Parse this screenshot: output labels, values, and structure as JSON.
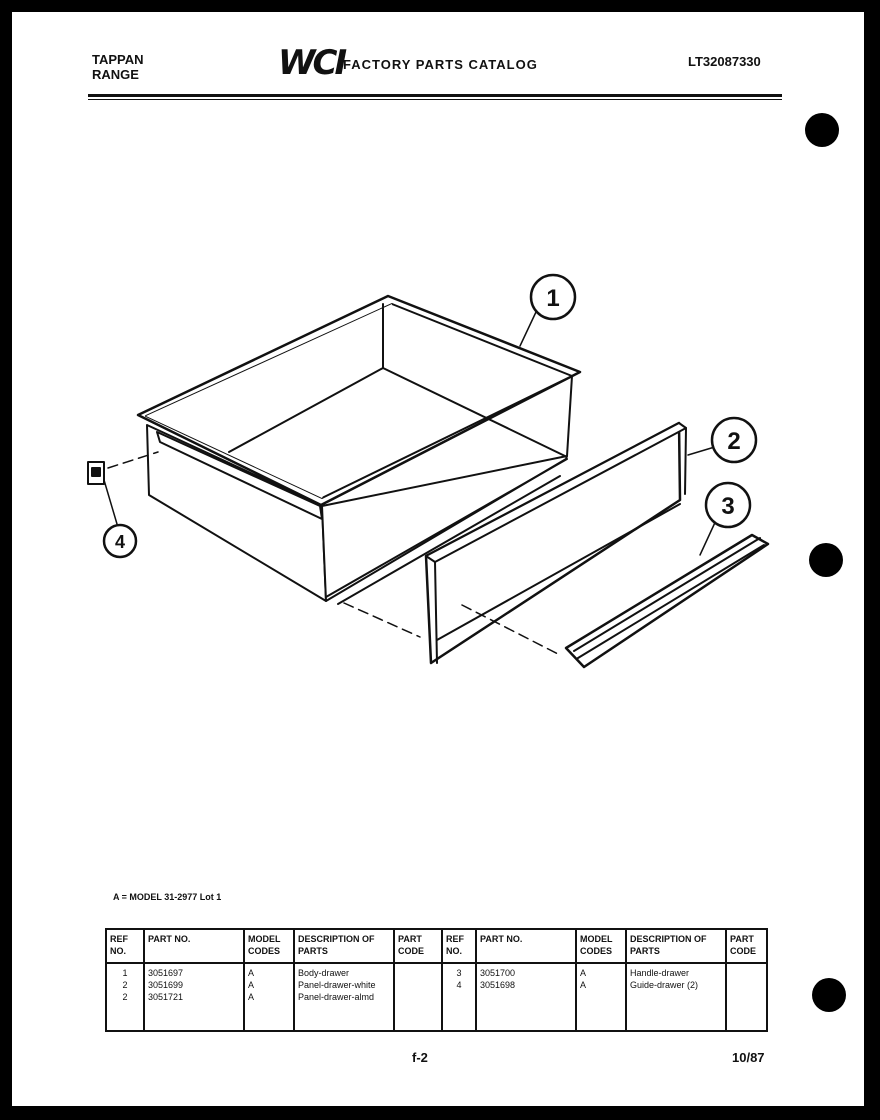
{
  "header": {
    "brand_line1": "TAPPAN",
    "brand_line2": "RANGE",
    "logo": "WCI",
    "catalog_title": "FACTORY PARTS CATALOG",
    "catalog_number": "LT32087330"
  },
  "callouts": [
    "1",
    "2",
    "3",
    "4"
  ],
  "model_note": "A = MODEL 31-2977 Lot 1",
  "table": {
    "headers_left": [
      "REF NO.",
      "PART NO.",
      "MODEL CODES",
      "DESCRIPTION OF PARTS",
      "PART CODE"
    ],
    "headers_right": [
      "REF NO.",
      "PART NO.",
      "MODEL CODES",
      "DESCRIPTION OF PARTS",
      "PART CODE"
    ],
    "rows_left": [
      {
        "ref": "1",
        "part": "3051697",
        "model": "A",
        "desc": "Body-drawer"
      },
      {
        "ref": "2",
        "part": "3051699",
        "model": "A",
        "desc": "Panel-drawer-white"
      },
      {
        "ref": "2",
        "part": "3051721",
        "model": "A",
        "desc": "Panel-drawer-almd"
      }
    ],
    "rows_right": [
      {
        "ref": "3",
        "part": "3051700",
        "model": "A",
        "desc": "Handle-drawer"
      },
      {
        "ref": "4",
        "part": "3051698",
        "model": "A",
        "desc": "Guide-drawer (2)"
      }
    ]
  },
  "footer": {
    "page": "f-2",
    "date": "10/87"
  }
}
